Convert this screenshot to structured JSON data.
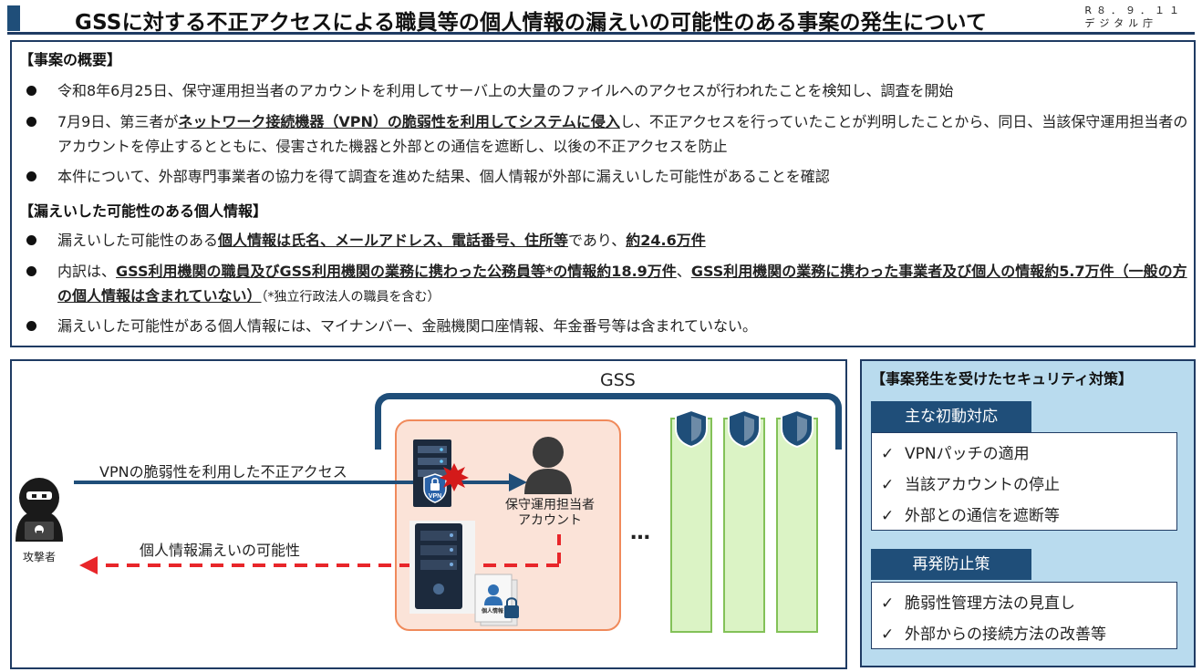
{
  "header": {
    "title": "GSSに対する不正アクセスによる職員等の個人情報の漏えいの可能性のある事案の発生について",
    "date": "R８．９．１１",
    "org": "デジタル庁"
  },
  "summary": {
    "heading1": "【事案の概要】",
    "b1": "令和8年6月25日、保守運用担当者のアカウントを利用してサーバ上の大量のファイルへのアクセスが行われたことを検知し、調査を開始",
    "b2_pre": "7月9日、第三者が",
    "b2_bold": "ネットワーク接続機器（VPN）の脆弱性を利用してシステムに侵入",
    "b2_post": "し、不正アクセスを行っていたことが判明したことから、同日、当該保守運用担当者のアカウントを停止するとともに、侵害された機器と外部との通信を遮断し、以後の不正アクセスを防止",
    "b3": "本件について、外部専門事業者の協力を得て調査を進めた結果、個人情報が外部に漏えいした可能性があることを確認",
    "heading2": "【漏えいした可能性のある個人情報】",
    "b4_pre": "漏えいした可能性のある",
    "b4_bold": "個人情報は氏名、メールアドレス、電話番号、住所等",
    "b4_mid": "であり、",
    "b4_bold2": "約24.6万件",
    "b5_pre": "内訳は、",
    "b5_bold": "GSS利用機関の職員及びGSS利用機関の業務に携わった公務員等*の情報約18.9万件",
    "b5_mid": "、",
    "b5_bold2": "GSS利用機関の業務に携わった事業者及び個人の情報約5.7万件（一般の方の個人情報は含まれていない）",
    "b5_note": "（*独立行政法人の職員を含む）",
    "b6": "漏えいした可能性がある個人情報には、マイナンバー、金融機関口座情報、年金番号等は含まれていない。"
  },
  "diagram": {
    "gss_label": "GSS",
    "attack_label": "VPNの脆弱性を利用した不正アクセス",
    "leak_label": "個人情報漏えいの可能性",
    "attacker_label": "攻撃者",
    "operator_line1": "保守運用担当者",
    "operator_line2": "アカウント",
    "vpn_badge": "VPN",
    "doc_label": "個人情報",
    "ellipsis": "…",
    "colors": {
      "navy": "#1f4e79",
      "red": "#e8262a",
      "orange_zone": "#fbe3d8",
      "green_col": "#dbf3c5"
    }
  },
  "panel": {
    "title": "【事案発生を受けたセキュリティ対策】",
    "initial_heading": "主な初動対応",
    "initial_items": [
      "VPNパッチの適用",
      "当該アカウントの停止",
      "外部との通信を遮断等"
    ],
    "prevent_heading": "再発防止策",
    "prevent_items": [
      "脆弱性管理方法の見直し",
      "外部からの接続方法の改善等"
    ],
    "check": "✓"
  }
}
